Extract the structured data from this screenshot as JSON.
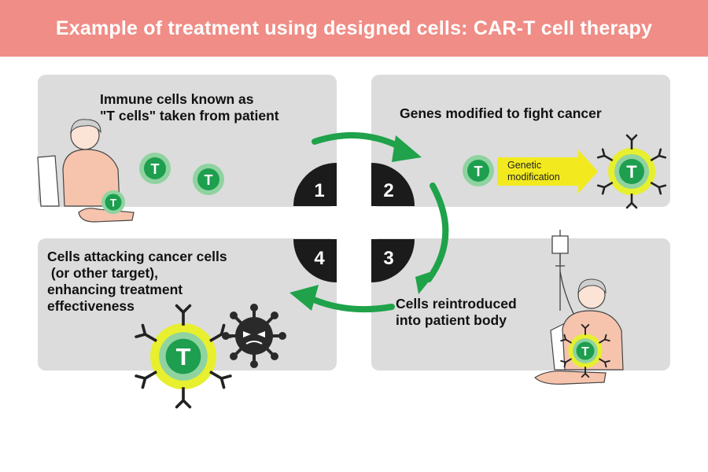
{
  "title": "Example of treatment using designed cells: CAR-T cell therapy",
  "steps": [
    {
      "number": "1",
      "label": "Immune cells known as\n\"T cells\" taken from patient"
    },
    {
      "number": "2",
      "label": "Genes modified to fight cancer"
    },
    {
      "number": "3",
      "label": "Cells reintroduced\ninto patient body"
    },
    {
      "number": "4",
      "label": "Cells attacking cancer cells\n (or other target),\nenhancing treatment\neffectiveness"
    }
  ],
  "cell_letter": "T",
  "arrow_label": "Genetic\nmodification",
  "colors": {
    "banner": "#ef8d86",
    "panel": "#dcdcdc",
    "arrow_green": "#1fa24a",
    "cell_green": "#1e9e4f",
    "cell_ring": "#8fd3a0",
    "car_yellow": "#e7ef2f",
    "number_badge": "#1b1b1b"
  }
}
